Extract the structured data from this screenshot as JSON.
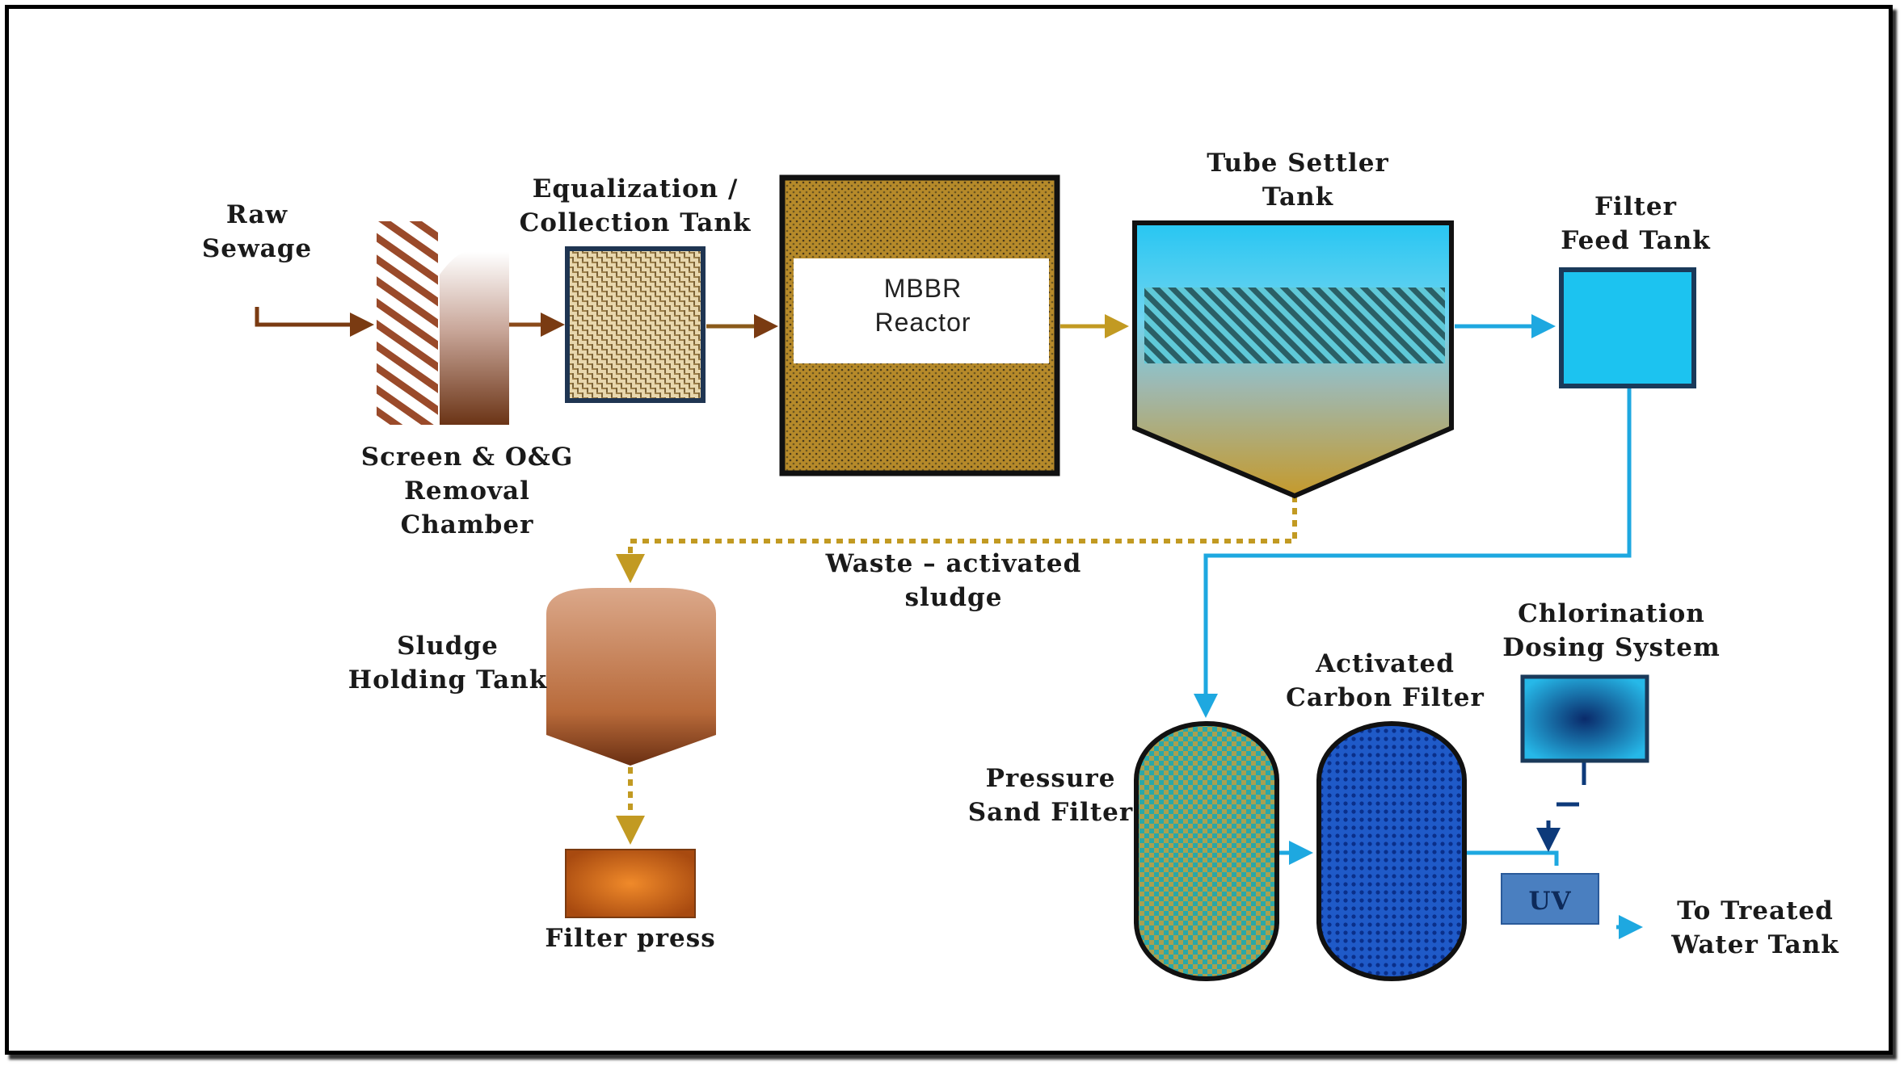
{
  "labels": {
    "raw_sewage": [
      "Raw",
      "Sewage"
    ],
    "screen": [
      "Screen & O&G",
      "Removal",
      "Chamber"
    ],
    "equalization": [
      "Equalization /",
      "Collection Tank"
    ],
    "mbbr": [
      "MBBR",
      "Reactor"
    ],
    "tube_settler": [
      "Tube Settler",
      "Tank"
    ],
    "filter_feed": [
      "Filter",
      "Feed Tank"
    ],
    "waste_sludge": [
      "Waste – activated",
      "sludge"
    ],
    "sludge_holding": [
      "Sludge",
      "Holding Tank"
    ],
    "filter_press": "Filter press",
    "pressure_sand": [
      "Pressure",
      "Sand Filter"
    ],
    "activated_carbon": [
      "Activated",
      "Carbon Filter"
    ],
    "chlorination": [
      "Chlorination",
      "Dosing System"
    ],
    "uv": "UV",
    "treated_water": [
      "To Treated",
      "Water Tank"
    ]
  },
  "colors": {
    "sewage_brown": "#7a3b12",
    "sludge_gold": "#c29a22",
    "water_blue": "#1ea8e0",
    "dark_blue": "#0d3a7a"
  }
}
